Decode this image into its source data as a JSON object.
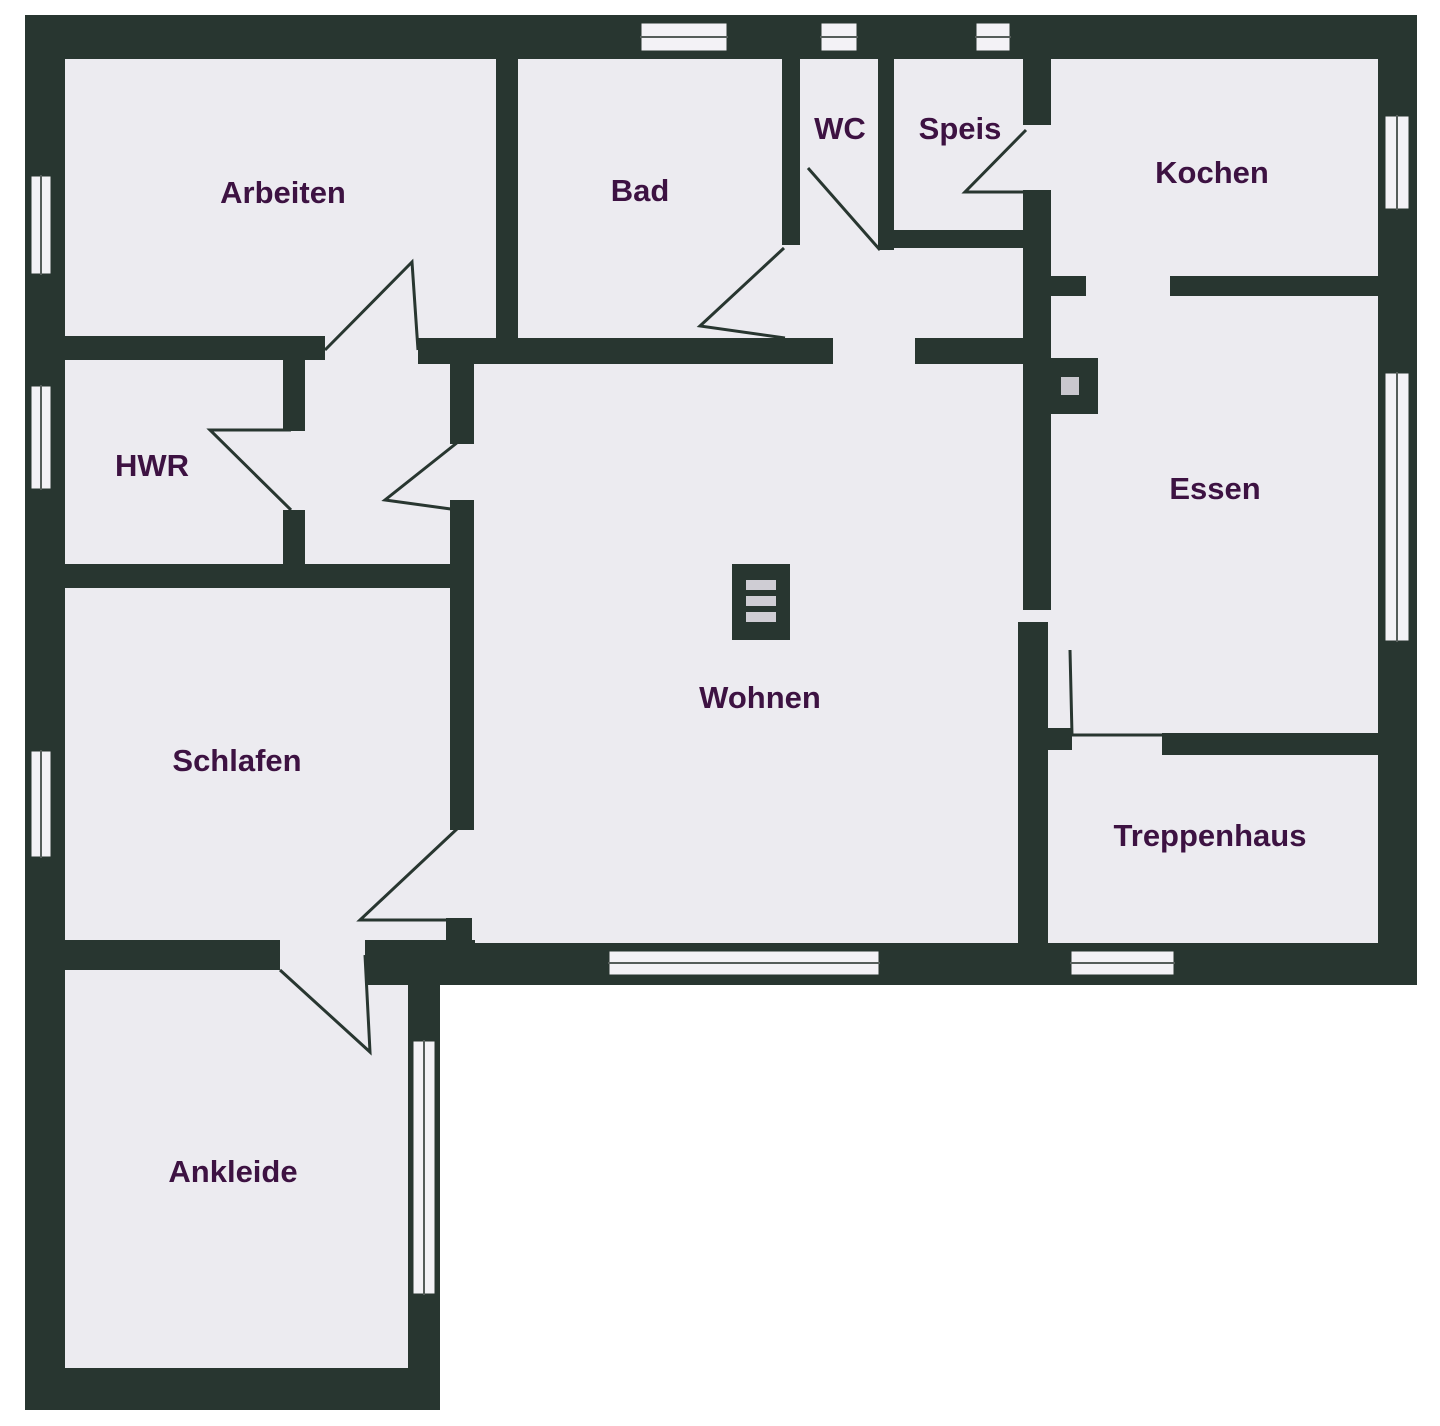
{
  "floor_plan": {
    "rooms": [
      {
        "id": "arbeiten",
        "label": "Arbeiten"
      },
      {
        "id": "bad",
        "label": "Bad"
      },
      {
        "id": "wc",
        "label": "WC"
      },
      {
        "id": "speis",
        "label": "Speis"
      },
      {
        "id": "kochen",
        "label": "Kochen"
      },
      {
        "id": "hwr",
        "label": "HWR"
      },
      {
        "id": "essen",
        "label": "Essen"
      },
      {
        "id": "wohnen",
        "label": "Wohnen"
      },
      {
        "id": "schlafen",
        "label": "Schlafen"
      },
      {
        "id": "treppenhaus",
        "label": "Treppenhaus"
      },
      {
        "id": "ankleide",
        "label": "Ankleide"
      }
    ],
    "colors": {
      "wall": "#283630",
      "floor": "#ecebf0",
      "label": "#3d1242",
      "background": "#ffffff"
    }
  }
}
